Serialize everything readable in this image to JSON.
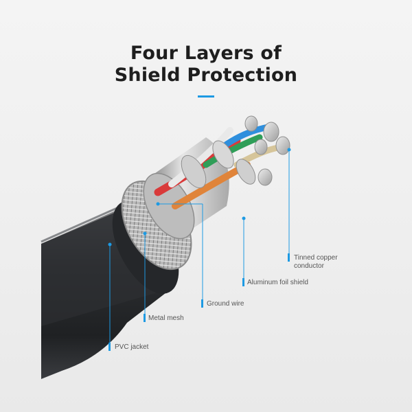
{
  "title": {
    "line1": "Four Layers of",
    "line2": "Shield Protection"
  },
  "callouts": [
    {
      "id": "tinned-copper",
      "line1": "Tinned copper",
      "line2": "conductor"
    },
    {
      "id": "aluminum-foil",
      "line1": "Aluminum foil shield"
    },
    {
      "id": "ground-wire",
      "line1": "Ground wire"
    },
    {
      "id": "metal-mesh",
      "line1": "Metal mesh"
    },
    {
      "id": "pvc-jacket",
      "line1": "PVC jacket"
    }
  ],
  "colors": {
    "accent": "#1d9ae3",
    "title": "#1e1e1e",
    "background": "#efefef",
    "jacket": "#2b2d30"
  },
  "illustration": "ethernet-cable-cross-section"
}
